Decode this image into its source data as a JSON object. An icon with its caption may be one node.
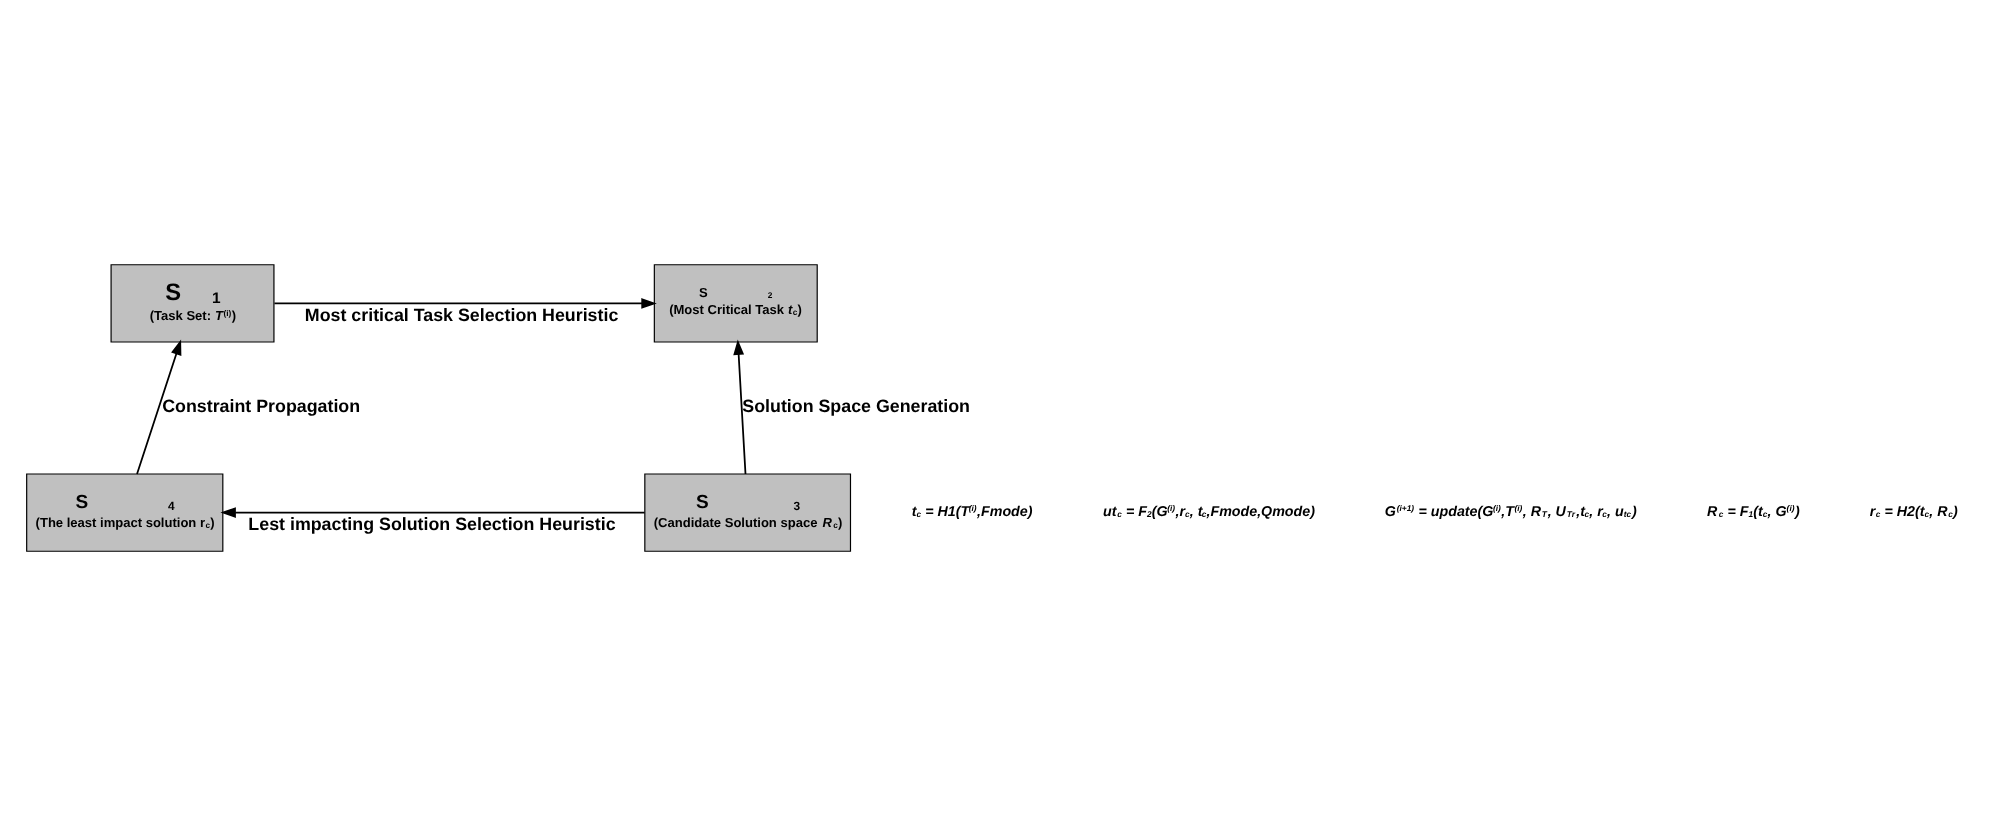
{
  "diagram": {
    "nodes": [
      {
        "text": [
          "S$_{1}$",
          "(Task Set: *T*$^{(i)}$)"
        ]
      },
      {
        "text": [
          "S$_{2}$",
          "(Most Critical Task *t*$_{c}$)"
        ]
      },
      {
        "text": [
          "S$_{3}$",
          "(Candidate Solution space *R*$_{c}$)"
        ]
      },
      {
        "text": [
          "S$_{4}$",
          "(The least impact solution r$_{c}$)"
        ]
      }
    ],
    "edges": [
      {
        "from": 0,
        "to": 1,
        "arrow": "to",
        "label": "Most critical Task Selection Heuristic"
      },
      {
        "from": 2,
        "to": 1,
        "arrow": "to",
        "label": "Solution Space Generation"
      },
      {
        "from": 2,
        "to": 3,
        "arrow": "to",
        "label": "Lest impacting Solution Selection Heuristic"
      },
      {
        "from": 3,
        "to": 0,
        "arrow": "to",
        "label": "Constraint Propagation"
      }
    ],
    "labels": [
      "t$_{c}$ = H1(T$^{(i)}$,Fmode)",
      "ut$_{c}$ = F$_{2}$(G$^{(i)}$,r$_{c}$, t$_{c}$,Fmode,Qmode)",
      "G$^{(i+1)}$ = update(G$^{(i)}$,T$^{(i)}$, R$_{T}$, U$_{Tr}$,t$_{c}$, r$_{c}$, u$_{tc}$)",
      "R$_{c}$ = F$_{1}$(t$_{c}$, G$^{(i)}$)",
      "r$_{c}$ = H2(t$_{c}$, R$_{c}$)"
    ]
  }
}
